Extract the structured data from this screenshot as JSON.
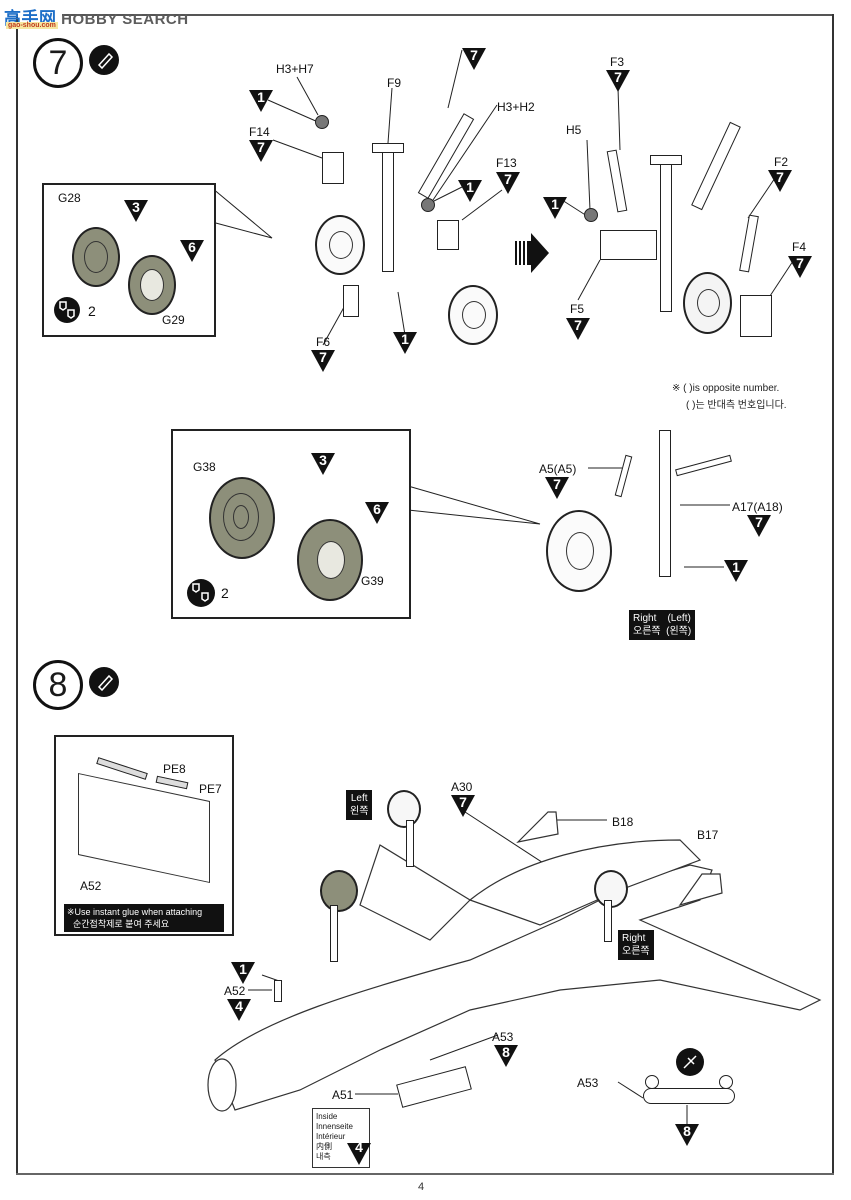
{
  "watermark": {
    "brand": "HOBBY SEARCH",
    "cn_text": "高手网",
    "site": "gao-shou.com"
  },
  "page_number": "4",
  "steps": [
    {
      "number": "7",
      "icon": "glue-icon",
      "main_assembly": {
        "labels": [
          {
            "id": "h3h7",
            "part": "H3+H7",
            "badge": "1"
          },
          {
            "id": "f9",
            "part": "F9",
            "badge": ""
          },
          {
            "id": "top7",
            "part": "",
            "badge": "7"
          },
          {
            "id": "h3h2",
            "part": "H3+H2",
            "badge": "1"
          },
          {
            "id": "f14",
            "part": "F14",
            "badge": "7"
          },
          {
            "id": "f13",
            "part": "F13",
            "badge": "7"
          },
          {
            "id": "f6",
            "part": "F6",
            "badge": "7"
          },
          {
            "id": "bottom1",
            "part": "",
            "badge": "1"
          }
        ]
      },
      "result_assembly": {
        "labels": [
          {
            "id": "f3",
            "part": "F3",
            "badge": "7"
          },
          {
            "id": "h5",
            "part": "H5",
            "badge": "1"
          },
          {
            "id": "f2",
            "part": "F2",
            "badge": "7"
          },
          {
            "id": "f4",
            "part": "F4",
            "badge": "7"
          },
          {
            "id": "f5",
            "part": "F5",
            "badge": "7"
          }
        ]
      },
      "wheel_callout_1": {
        "left": "G28",
        "right": "G29",
        "badge_a": "3",
        "badge_b": "6",
        "qty": "2"
      },
      "wheel_callout_2": {
        "left": "G38",
        "right": "G39",
        "badge_a": "3",
        "badge_b": "6",
        "qty": "2"
      },
      "note_en": "※ ( )is opposite number.",
      "note_ko": "( )는 반대측 번호입니다.",
      "side_assembly": {
        "a5": {
          "part": "A5(A5)",
          "badge": "7"
        },
        "a17": {
          "part": "A17(A18)",
          "badge": "7"
        },
        "bottom_badge": "1",
        "side_label_en": "Right    (Left)",
        "side_label_ko": "오른쪽  (왼쪽)"
      }
    },
    {
      "number": "8",
      "icon": "glue-icon",
      "pe_callout": {
        "pe8": "PE8",
        "pe7": "PE7",
        "a52": "A52",
        "warning_en": "※Use instant glue when attaching",
        "warning_ko": "순간접착제로 붙여 주세요"
      },
      "labels": {
        "left_en": "Left",
        "left_ko": "왼쪽",
        "right_en": "Right",
        "right_ko": "오른쪽",
        "a30": {
          "part": "A30",
          "badge": "7"
        },
        "b18": "B18",
        "b17": "B17",
        "a52": {
          "part": "A52",
          "badge": "4",
          "top_badge": "1"
        },
        "a53": {
          "part": "A53",
          "badge": "8"
        },
        "a51": "A51"
      },
      "inside_box": {
        "lines": [
          "Inside",
          "Innenseite",
          "Intérieur",
          "内側",
          "내측"
        ],
        "badge": "4"
      },
      "detail_a53": {
        "part": "A53",
        "badge": "8",
        "icon": "cut-icon"
      }
    }
  ]
}
